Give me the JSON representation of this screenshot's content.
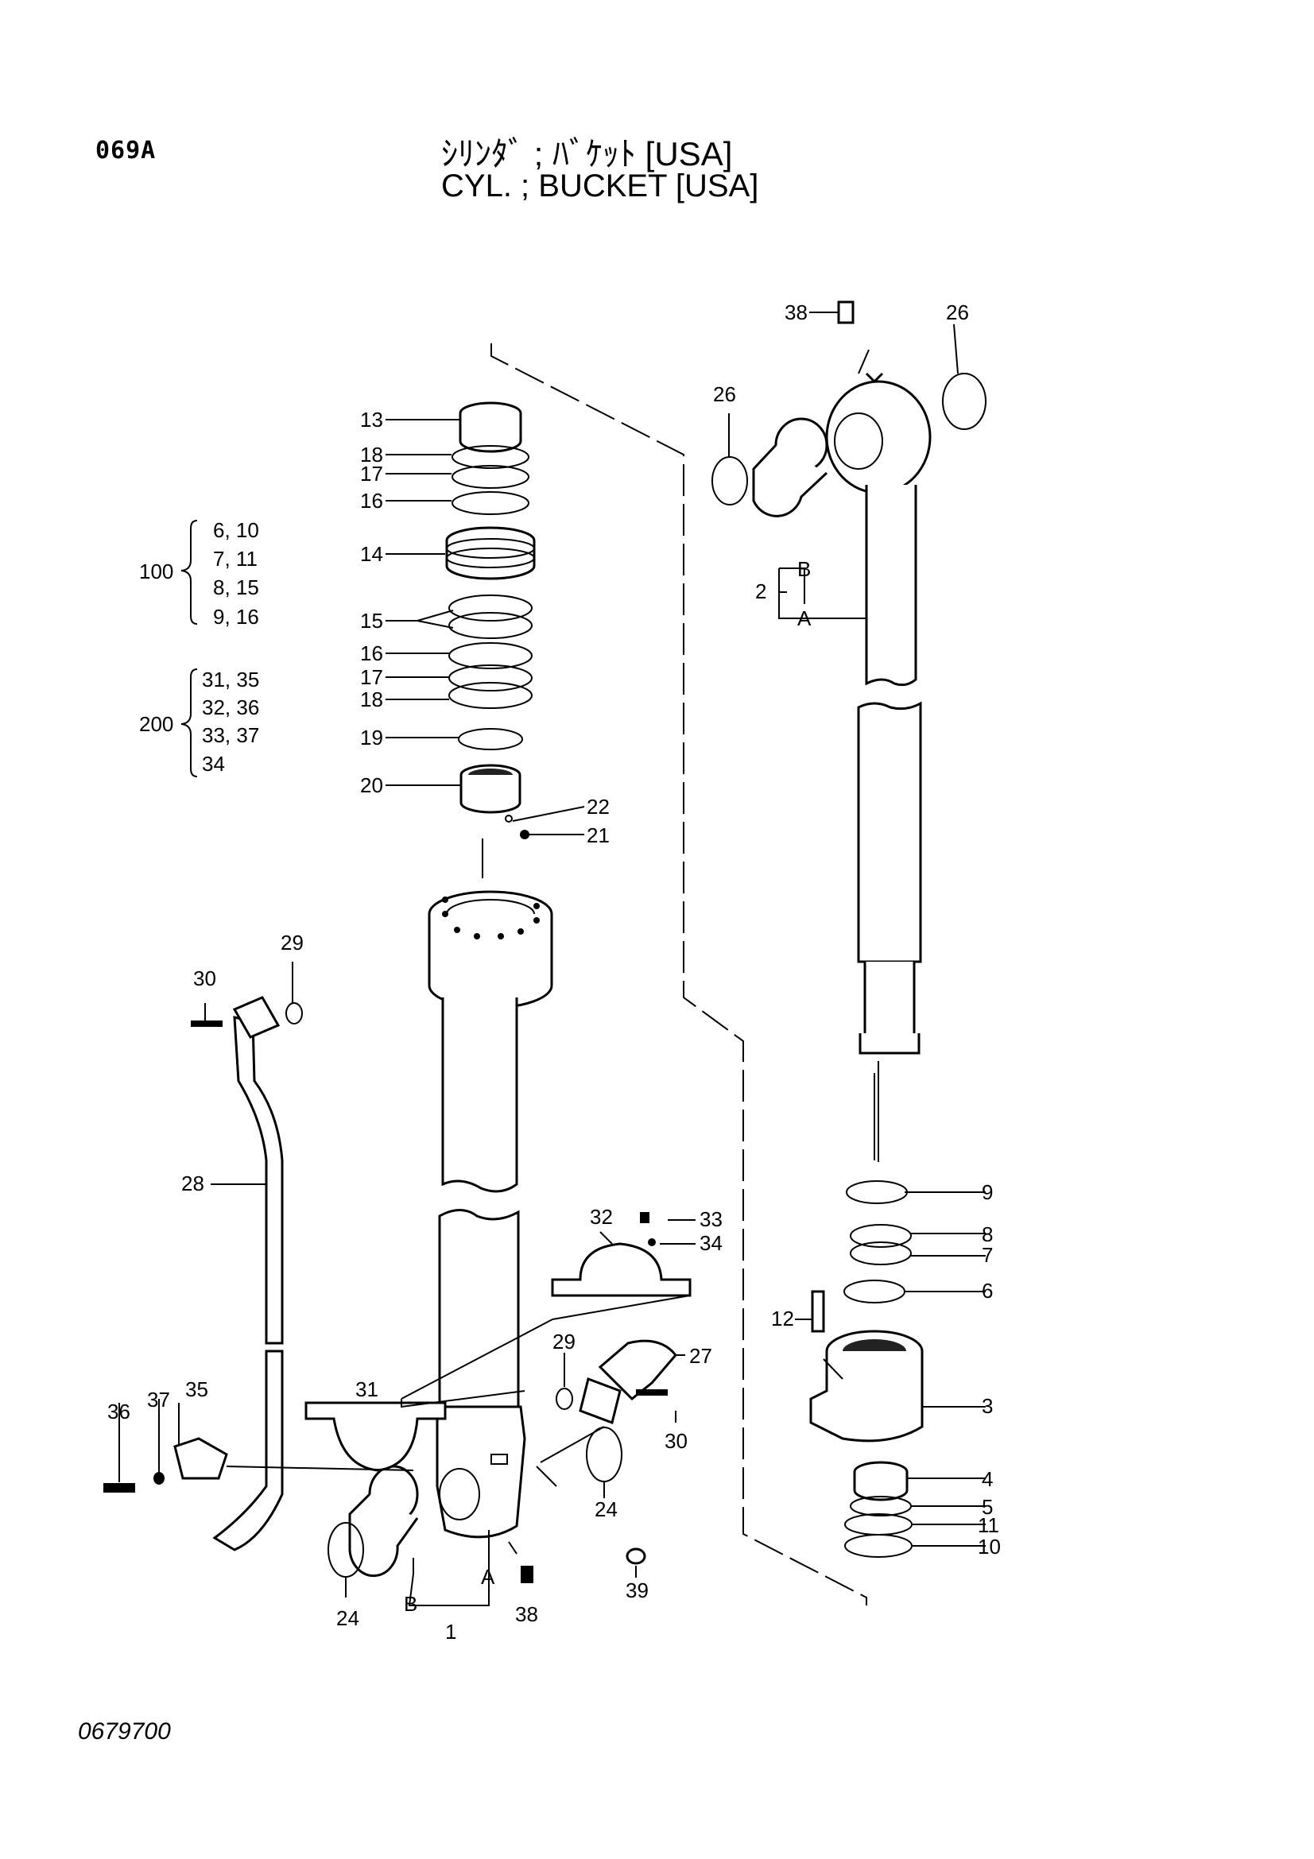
{
  "header": {
    "page_code": "069A",
    "title_jp": "ｼﾘﾝﾀﾞ ; ﾊﾞｹｯﾄ [USA]",
    "title_en": "CYL. ; BUCKET [USA]"
  },
  "footer": {
    "drawing_number": "0679700"
  },
  "kits": [
    {
      "id": "100",
      "parts": [
        "6, 10",
        "7, 11",
        "8, 15",
        "9, 16"
      ]
    },
    {
      "id": "200",
      "parts": [
        "31, 35",
        "32, 36",
        "33, 37",
        "34"
      ]
    }
  ],
  "callouts": {
    "c13": "13",
    "c18a": "18",
    "c17a": "17",
    "c16a": "16",
    "c14": "14",
    "c15": "15",
    "c16b": "16",
    "c17b": "17",
    "c18b": "18",
    "c19": "19",
    "c20": "20",
    "c22": "22",
    "c21": "21",
    "c38a": "38",
    "c26a": "26",
    "c26b": "26",
    "c2": "2",
    "cB2": "B",
    "cA2": "A",
    "c29a": "29",
    "c30a": "30",
    "c28": "28",
    "c32": "32",
    "c33": "33",
    "c34": "34",
    "c29b": "29",
    "c27": "27",
    "c30b": "30",
    "c31": "31",
    "c35": "35",
    "c36": "36",
    "c37": "37",
    "c24a": "24",
    "c24b": "24",
    "c1": "1",
    "cB1": "B",
    "cA1": "A",
    "c38b": "38",
    "c39": "39",
    "c9": "9",
    "c8": "8",
    "c7": "7",
    "c6": "6",
    "c12": "12",
    "c3": "3",
    "c4": "4",
    "c5": "5",
    "c11": "11",
    "c10": "10"
  }
}
